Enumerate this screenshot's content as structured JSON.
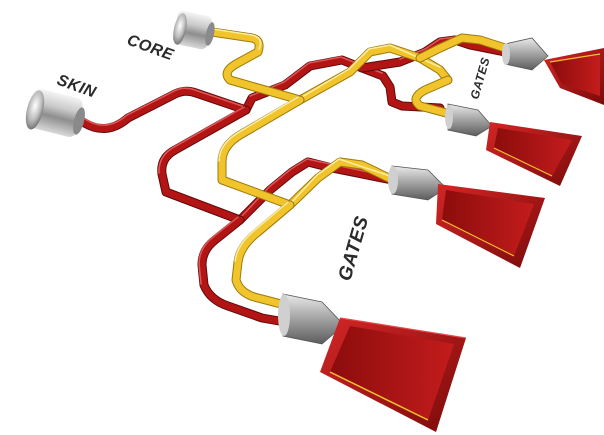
{
  "labels": {
    "core": "CORE",
    "skin": "SKIN",
    "gates_small": "GATES",
    "gates_large": "GATES"
  },
  "colors": {
    "skin_pipe": "#b31414",
    "core_pipe": "#f0c42a",
    "gate_cavity": "#b31414",
    "nozzle_metal": "#b8b8b8",
    "label_text": "#2a2a2a"
  },
  "icons": {
    "core_inlet": "metal-cylinder-inlet",
    "skin_inlet": "metal-cylinder-inlet",
    "nozzles": "conical-metal-nozzle",
    "gates": "funnel-cavity"
  }
}
